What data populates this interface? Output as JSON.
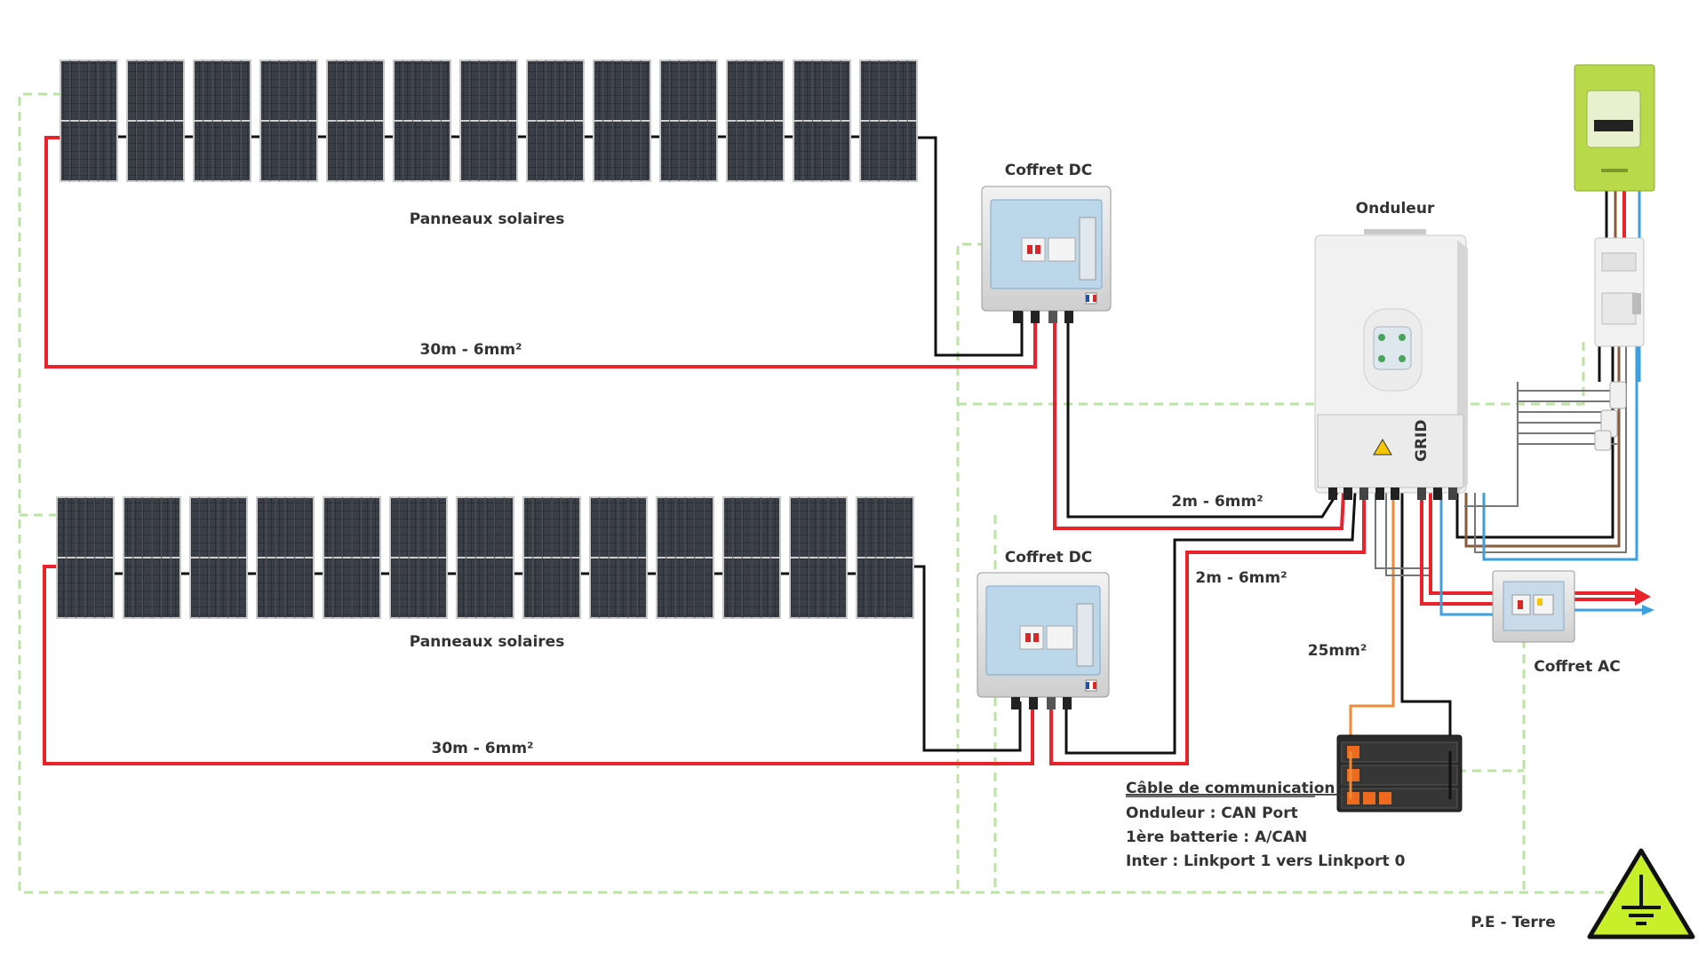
{
  "labels": {
    "panels_top": "Panneaux solaires",
    "panels_bottom": "Panneaux solaires",
    "coffret_dc_top": "Coffret DC",
    "coffret_dc_bottom": "Coffret DC",
    "onduleur": "Onduleur",
    "coffret_ac": "Coffret AC",
    "cable_top_long": "30m - 6mm²",
    "cable_bottom_long": "30m - 6mm²",
    "cable_top_inv": "2m - 6mm²",
    "cable_bottom_inv": "2m - 6mm²",
    "cable_battery": "25mm²",
    "pe_terre": "P.E - Terre",
    "inverter_grid": "GRID"
  },
  "communication": {
    "title": "Câble de communication :",
    "lines": [
      "Onduleur : CAN Port",
      "1ère batterie : A/CAN",
      "Inter : Linkport 1 vers Linkport 0"
    ]
  },
  "panel_rows": [
    {
      "name": "top",
      "count": 13
    },
    {
      "name": "bottom",
      "count": 13
    }
  ],
  "colors": {
    "positive": "#e8232b",
    "negative": "#111111",
    "earth": "#b9e4a2",
    "neutral": "#3aa0e0",
    "meter": "#b8d94a",
    "warning": "#c8f02a"
  }
}
